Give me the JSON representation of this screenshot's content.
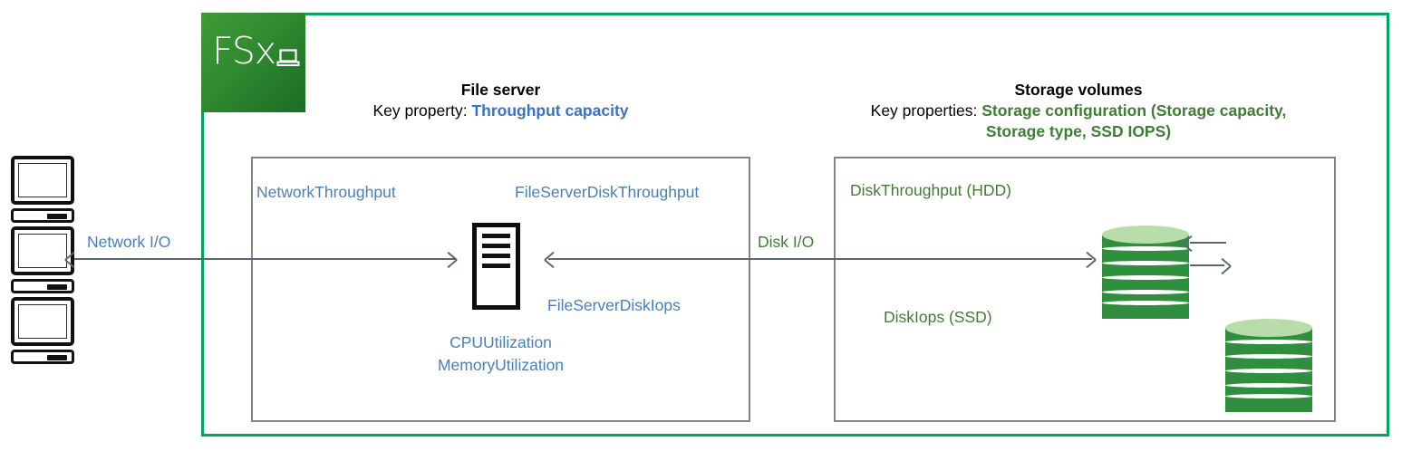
{
  "diagram": {
    "service_logo": {
      "name": "FSx",
      "icon": "laptop-icon"
    },
    "boundary_color": "#00a65a",
    "sections": {
      "file_server": {
        "title": "File server",
        "key_prefix": "Key property: ",
        "key_value": "Throughput capacity",
        "key_color": "#3a72c4",
        "metrics": {
          "network_throughput": "NetworkThroughput",
          "file_server_disk_throughput": "FileServerDiskThroughput",
          "file_server_disk_iops": "FileServerDiskIops",
          "cpu_utilization": "CPUUtilization",
          "memory_utilization": "MemoryUtilization"
        }
      },
      "storage_volumes": {
        "title": "Storage volumes",
        "key_prefix": "Key properties: ",
        "key_value": "Storage configuration (Storage capacity, Storage type, SSD IOPS)",
        "key_color": "#3f7c34",
        "metrics": {
          "disk_throughput_hdd": "DiskThroughput (HDD)",
          "disk_iops_ssd": "DiskIops (SSD)"
        }
      }
    },
    "flow_labels": {
      "network_io": "Network I/O",
      "network_io_color": "#4a7ebb",
      "disk_io": "Disk I/O",
      "disk_io_color": "#3f7c34"
    },
    "clients": [
      {
        "label": "client-computer-1"
      },
      {
        "label": "client-computer-2"
      },
      {
        "label": "client-computer-3"
      }
    ],
    "storage_disks": [
      {
        "label": "storage-volume-1"
      },
      {
        "label": "storage-volume-2"
      }
    ]
  }
}
